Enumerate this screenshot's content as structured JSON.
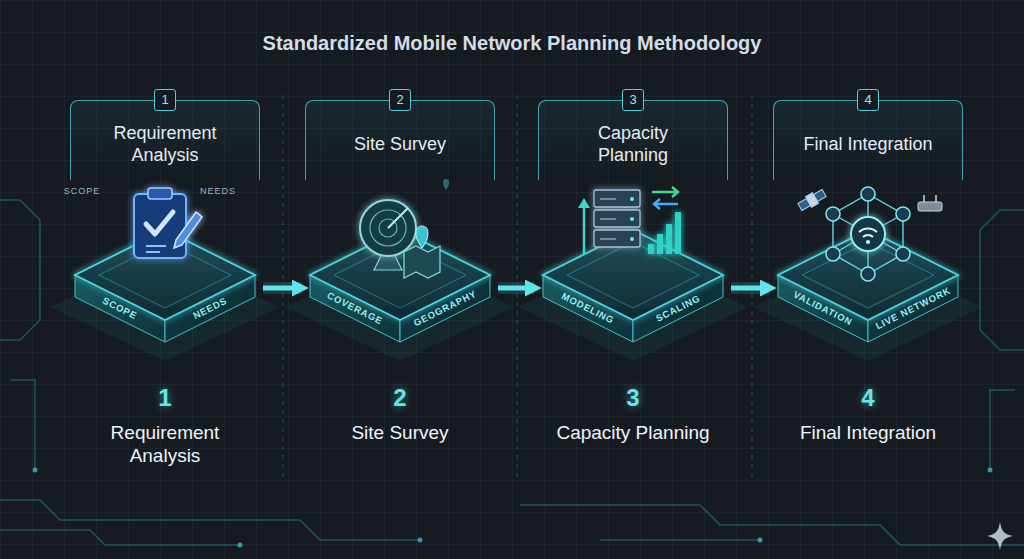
{
  "diagram": {
    "title": "Standardized Mobile Network Planning Methodology",
    "nodes": [
      {
        "text": [
          "1",
          "Requirement Analysis"
        ]
      },
      {
        "text": [
          "SCOPE",
          "NEEDS"
        ]
      },
      {
        "text": [
          "2",
          "Site Survey"
        ]
      },
      {
        "text": [
          "COVERAGE",
          "GEOGRAPHY"
        ]
      },
      {
        "text": [
          "3",
          "Capacity Planning"
        ]
      },
      {
        "text": [
          "MODELING",
          "SCALING"
        ]
      },
      {
        "text": [
          "4",
          "Final Integration"
        ]
      },
      {
        "text": [
          "VALIDATION",
          "LIVE NETWORK"
        ]
      }
    ],
    "edges": [
      {
        "from": 1,
        "to": 3,
        "arrow": "to"
      },
      {
        "from": 3,
        "to": 5,
        "arrow": "to"
      },
      {
        "from": 5,
        "to": 7,
        "arrow": "to"
      }
    ],
    "labels": [
      "SCOPE",
      "NEEDS",
      "1",
      "Requirement Analysis",
      "2",
      "Site Survey",
      "3",
      "Capacity Planning",
      "4",
      "Final Integration"
    ]
  }
}
